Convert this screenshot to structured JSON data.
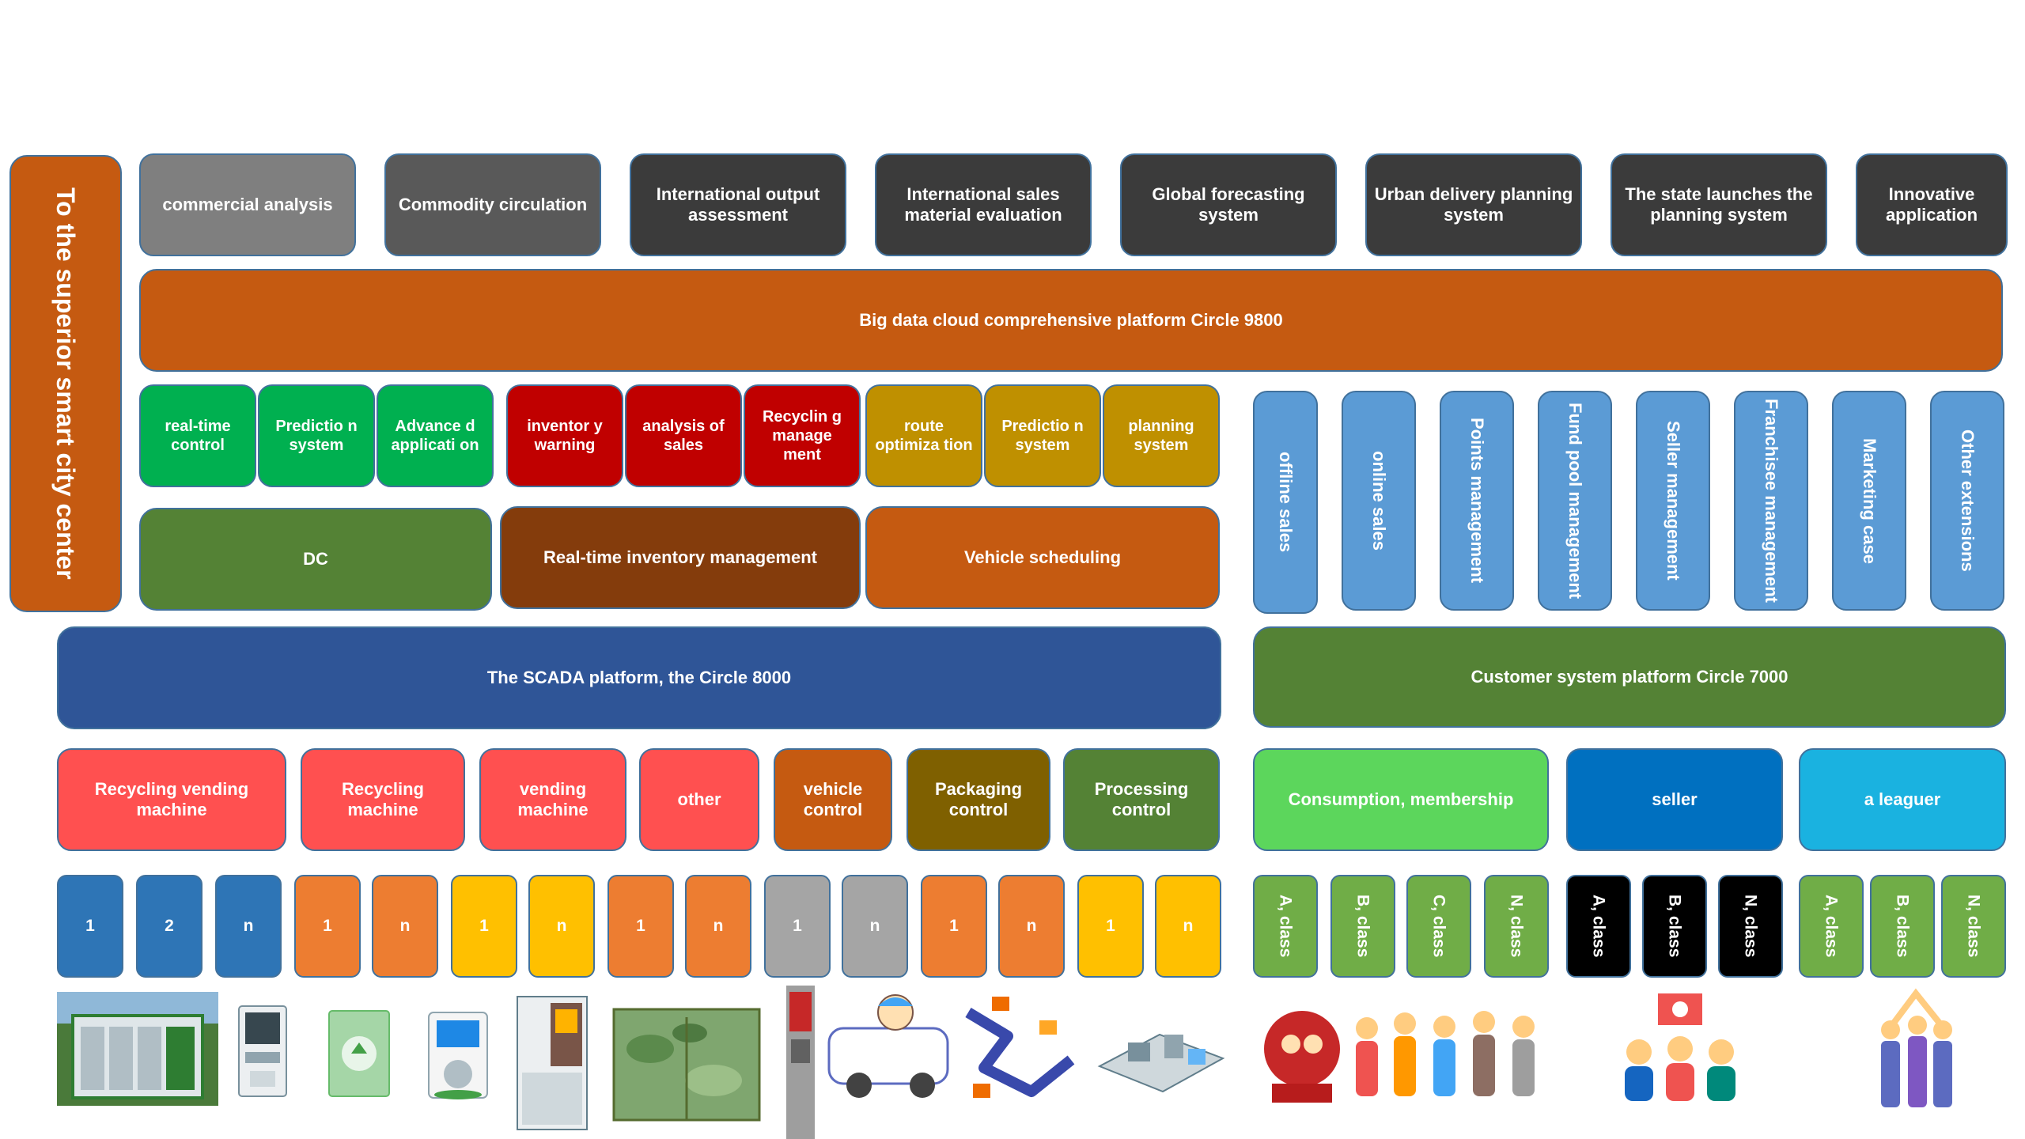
{
  "left_banner": "To the superior smart city center",
  "top_apps": [
    "commercial analysis",
    "Commodity circulation",
    "International output assessment",
    "International sales material evaluation",
    "Global forecasting system",
    "Urban delivery planning system",
    "The state launches the planning system",
    "Innovative application"
  ],
  "cloud_platform": "Big data cloud comprehensive platform Circle 9800",
  "modules": [
    "real-time control",
    "Predictio n system",
    "Advance d applicati on",
    "inventor y warning",
    "analysis of sales",
    "Recyclin g manage ment",
    "route optimiza tion",
    "Predictio n system",
    "planning system"
  ],
  "functions": [
    "DC",
    "Real-time inventory management",
    "Vehicle scheduling"
  ],
  "customer_modules": [
    "offline sales",
    "online sales",
    "Points management",
    "Fund pool management",
    "Seller management",
    "Franchisee management",
    "Marketing case",
    "Other extensions"
  ],
  "scada_platform": "The SCADA platform, the Circle 8000",
  "customer_platform": "Customer system platform Circle 7000",
  "devices": [
    "Recycling vending machine",
    "Recycling machine",
    "vending machine",
    "other",
    "vehicle control",
    "Packaging control",
    "Processing control"
  ],
  "customers": [
    "Consumption, membership",
    "seller",
    "a leaguer"
  ],
  "device_units": [
    "1",
    "2",
    "n",
    "1",
    "n",
    "1",
    "n",
    "1",
    "n",
    "1",
    "n",
    "1",
    "n",
    "1",
    "n"
  ],
  "customer_classes": [
    "A, class",
    "B, class",
    "C, class",
    "N, class",
    "A, class",
    "B, class",
    "N, class",
    "A, class",
    "B, class",
    "N, class"
  ],
  "colors": {
    "orange_dark": "#c55a11",
    "gray_mid": "#7f7f7f",
    "gray_dark": "#595959",
    "charcoal": "#3b3b3b",
    "green_bright": "#00b050",
    "red_dark": "#c00000",
    "gold": "#bf9000",
    "olive_green": "#548235",
    "brown": "#843c0c",
    "sky_blue": "#5b9bd5",
    "navy": "#2f5597",
    "coral": "#ff5050",
    "olive_brown": "#7f6000",
    "lime": "#5cd65c",
    "blue": "#0070c0",
    "cyan": "#1ab2e0",
    "unit_blue": "#2e75b6",
    "unit_orange": "#ed7d31",
    "unit_yellow": "#ffc000",
    "unit_gray": "#a5a5a5",
    "class_green": "#70ad47",
    "class_black": "#000000"
  }
}
